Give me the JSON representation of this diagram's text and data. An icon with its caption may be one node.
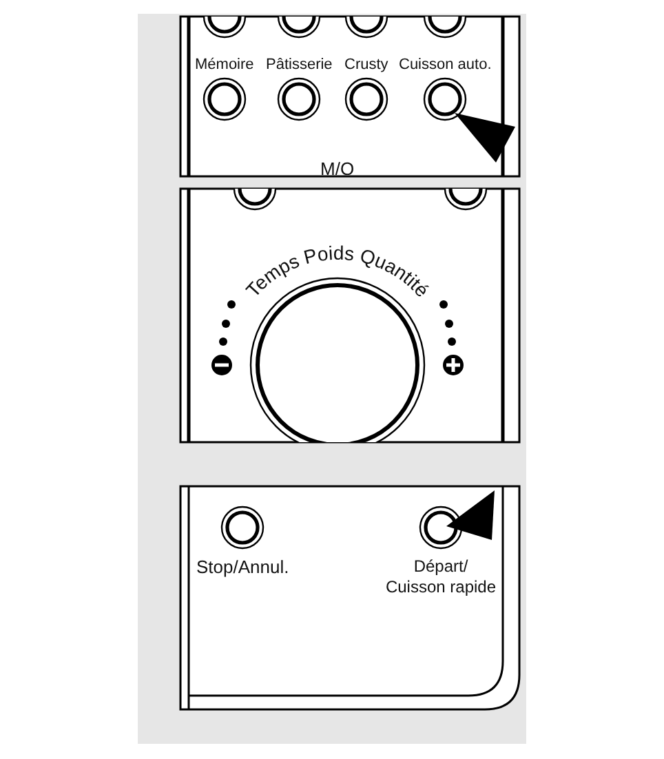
{
  "diagram": {
    "labels": [
      "Mémoire",
      "Pâtisserie",
      "Crusty",
      "Cuisson auto.",
      "M/O",
      "Temps Poids Quantité",
      "Stop/Annul.",
      "Départ/ Cuisson rapide"
    ]
  }
}
